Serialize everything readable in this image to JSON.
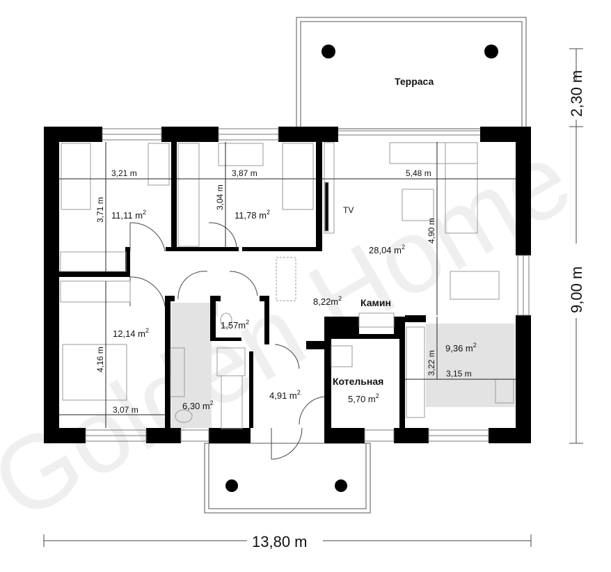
{
  "plan": {
    "rooms": [
      {
        "id": "bedroom1",
        "area": "11,11 m",
        "width": "3,21 m",
        "depth": "3,71 m"
      },
      {
        "id": "bedroom2",
        "area": "11,78 m",
        "width": "3,87 m",
        "depth": "3,04 m"
      },
      {
        "id": "bedroom3",
        "area": "12,14 m",
        "width": "3,07 m",
        "depth": "4,16 m"
      },
      {
        "id": "living",
        "area": "28,04 m",
        "width": "5,48 m",
        "depth": "4,90 m"
      },
      {
        "id": "hall",
        "area": "8,22m"
      },
      {
        "id": "wc",
        "area": "1,57m"
      },
      {
        "id": "bathroom",
        "area": "6,30 m"
      },
      {
        "id": "entry",
        "area": "4,91 m"
      },
      {
        "id": "boiler",
        "name": "Котельная",
        "area": "5,70 m"
      },
      {
        "id": "kitchen",
        "area": "9,36 m",
        "depth": "3,22 m",
        "width": "3,15 m"
      }
    ],
    "sup2": "2",
    "labels": {
      "terrace": "Терраса",
      "fireplace": "Камин",
      "tv": "TV"
    },
    "overall": {
      "width": "13,80 m",
      "height": "9,00 m",
      "terrace_depth": "2,30 m"
    },
    "watermark": "Golden Home"
  },
  "colors": {
    "wall": "#000000",
    "tile": "#e3e3e3",
    "line": "#333333",
    "watermark": "#eeeeee"
  }
}
